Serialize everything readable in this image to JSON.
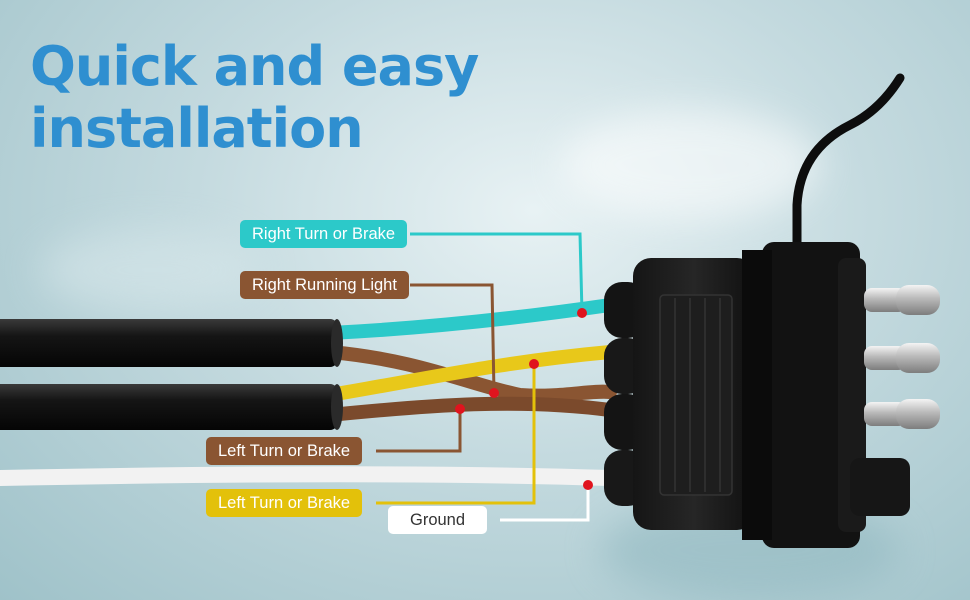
{
  "headline": {
    "line1": "Quick and easy",
    "line2": "installation"
  },
  "colors": {
    "headline": "#2f8fd0",
    "cyan_wire": "#2cc9c9",
    "brown_wire": "#8a5532",
    "yellow_wire": "#e3c10a",
    "white_wire": "#f2f2f2",
    "marker_dot": "#e0141e"
  },
  "wire_labels": {
    "right_turn": "Right Turn or Brake",
    "right_running": "Right Running Light",
    "left_turn_brown": "Left Turn or Brake",
    "left_turn_yellow": "Left Turn or Brake",
    "ground": "Ground"
  }
}
